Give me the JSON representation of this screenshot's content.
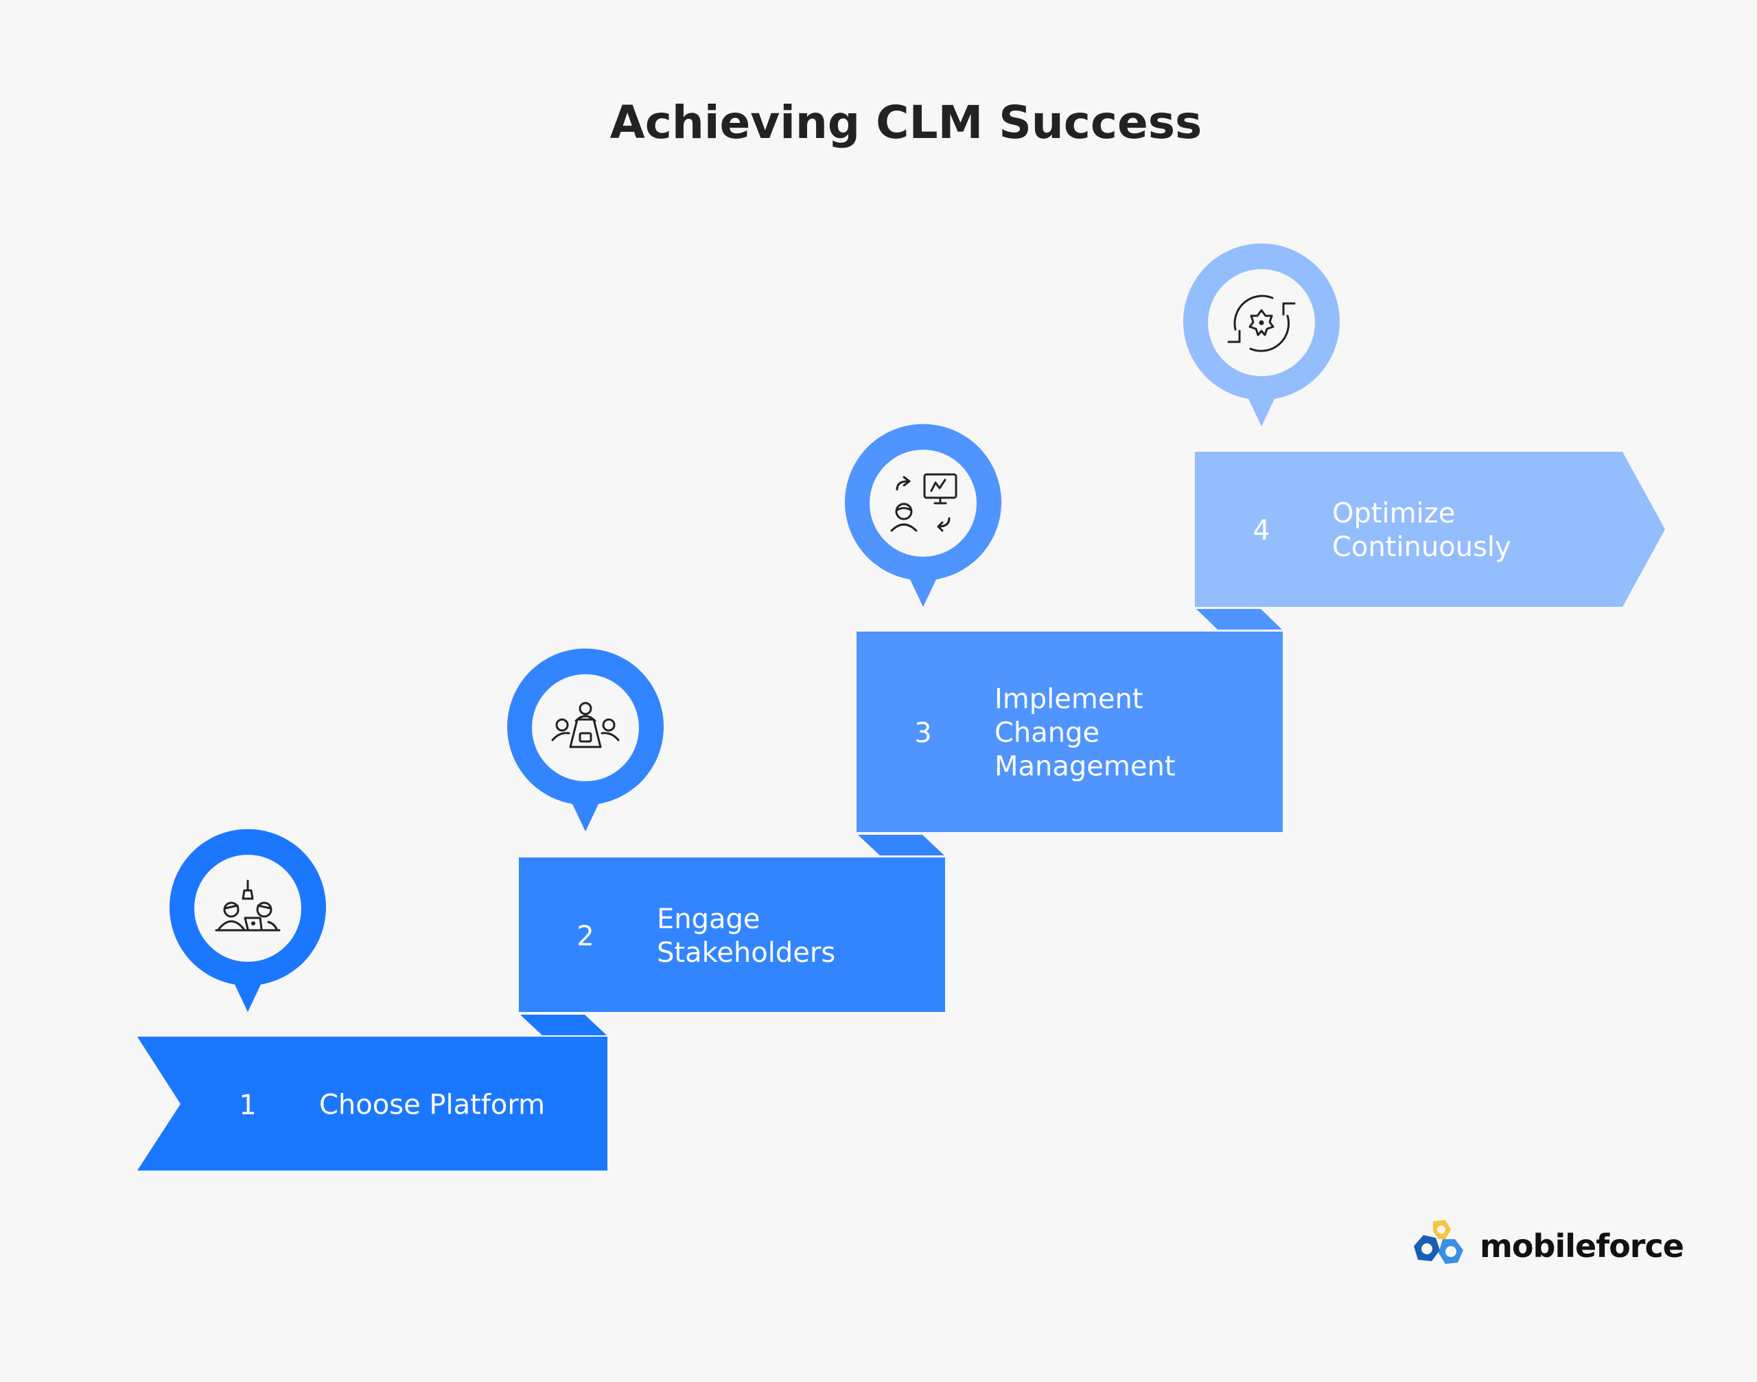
{
  "title": "Achieving CLM Success",
  "colors": {
    "background": "#f7f7f7",
    "step1": "#1c77ff",
    "step2": "#3385ff",
    "step3": "#4f94ff",
    "step4": "#94bdfd",
    "title": "#222222",
    "icon_stroke": "#222222",
    "logo_yellow": "#f5c542",
    "logo_dark_blue": "#1a5fb4",
    "logo_light_blue": "#3a8ee6"
  },
  "steps": [
    {
      "number": "1",
      "label": "Choose Platform",
      "icon": "team-laptop-meeting-icon"
    },
    {
      "number": "2",
      "label": "Engage\nStakeholders",
      "icon": "conference-table-people-icon"
    },
    {
      "number": "3",
      "label": "Implement\nChange\nManagement",
      "icon": "person-presentation-exchange-icon"
    },
    {
      "number": "4",
      "label": "Optimize\nContinuously",
      "icon": "gear-cycle-arrows-icon"
    }
  ],
  "logo": {
    "text": "mobileforce",
    "icon": "mobileforce-hexagon-logo-icon"
  }
}
